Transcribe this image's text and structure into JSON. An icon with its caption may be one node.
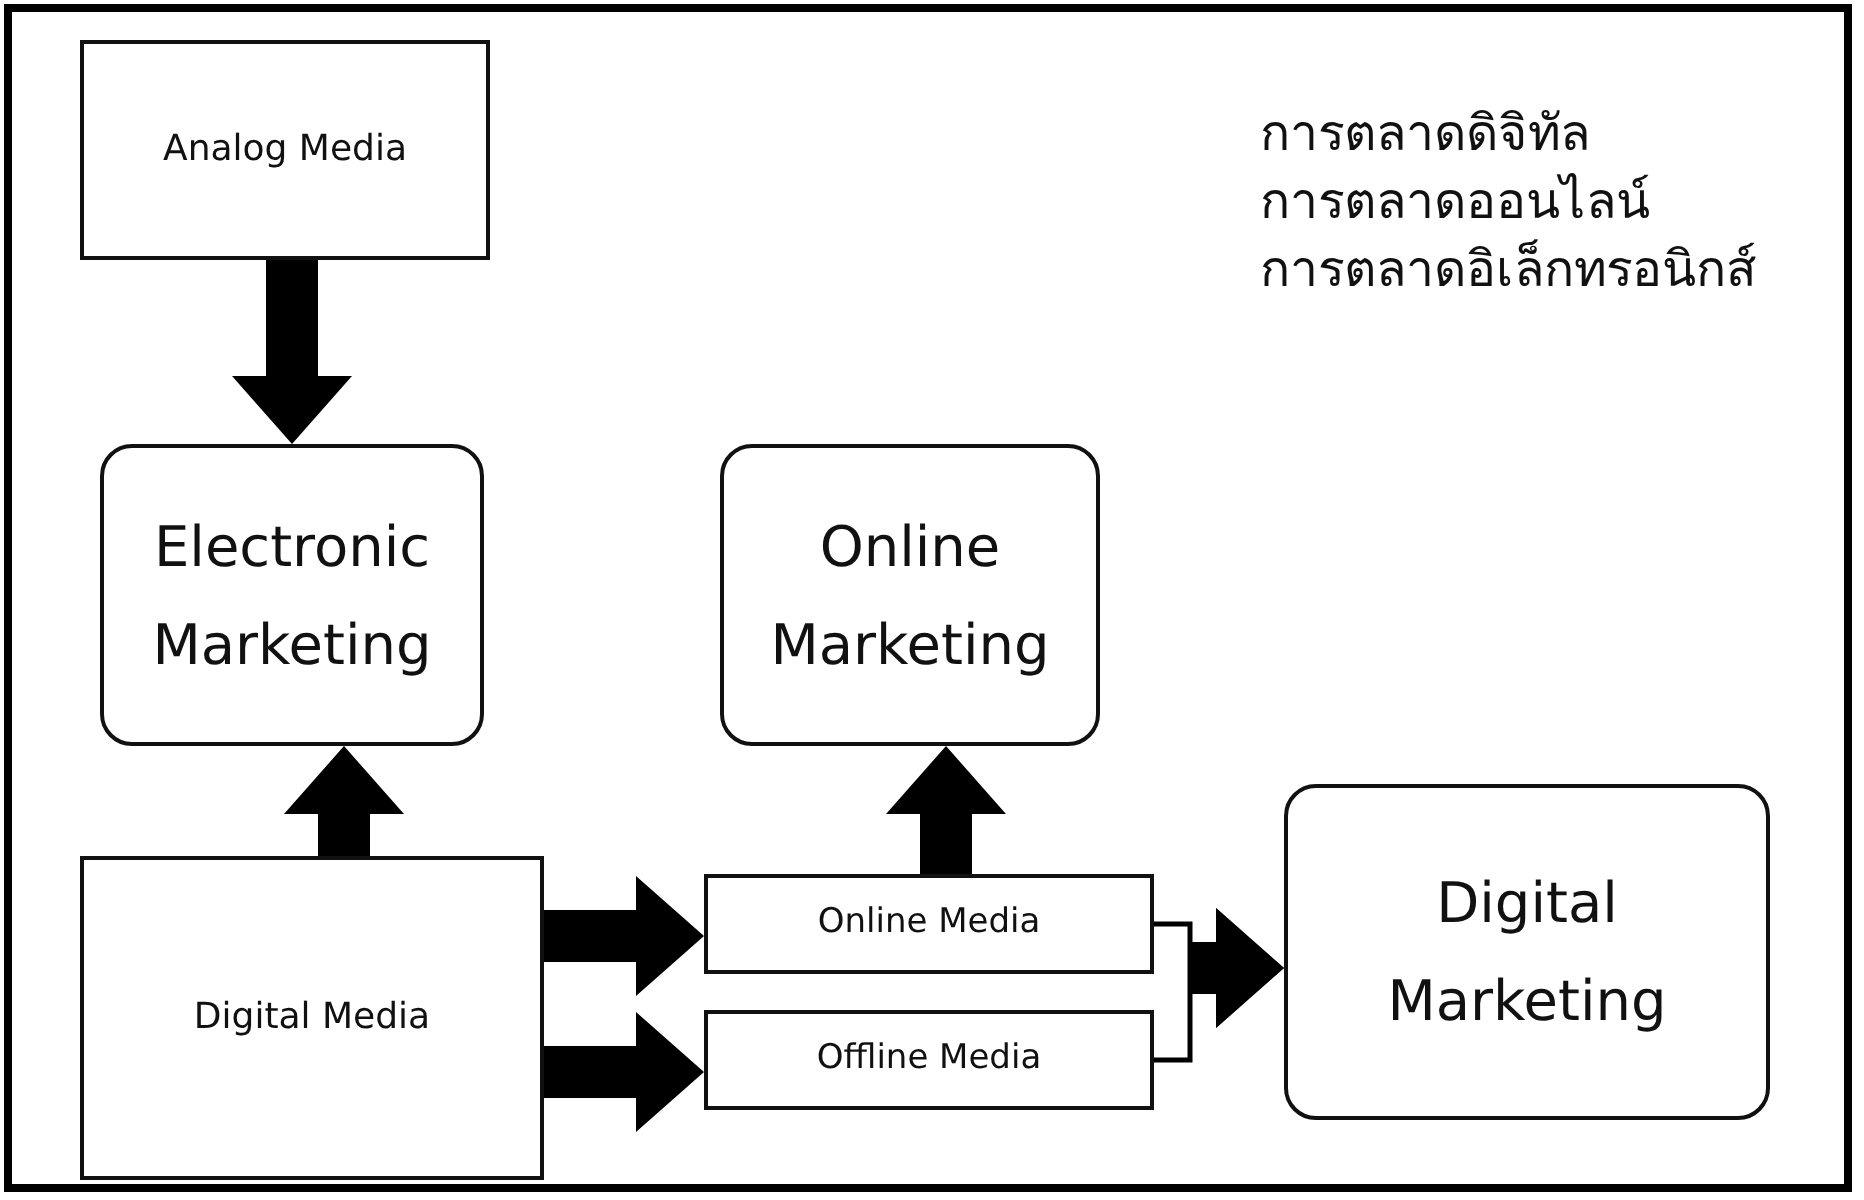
{
  "diagram": {
    "nodes": [
      {
        "text": [
          "Analog Media"
        ]
      },
      {
        "text": [
          "Electronic Marketing"
        ]
      },
      {
        "text": [
          "Online Marketing"
        ]
      },
      {
        "text": [
          "Digital Media"
        ]
      },
      {
        "text": [
          "Online Media"
        ]
      },
      {
        "text": [
          "Offline Media"
        ]
      },
      {
        "text": [
          "Digital Marketing"
        ]
      }
    ],
    "edges": [
      {
        "from": 0,
        "to": 1,
        "arrow": "to",
        "style": "thick"
      },
      {
        "from": 3,
        "to": 1,
        "arrow": "to",
        "style": "thick"
      },
      {
        "from": 3,
        "to": 4,
        "arrow": "to",
        "style": "thick"
      },
      {
        "from": 3,
        "to": 5,
        "arrow": "to",
        "style": "thick"
      },
      {
        "from": 4,
        "to": 2,
        "arrow": "to",
        "style": "thick"
      },
      {
        "from": 4,
        "to": 6,
        "arrow": "to"
      },
      {
        "from": 5,
        "to": 6,
        "arrow": "to"
      }
    ],
    "labels": [
      "การตลาดดิจิทัล",
      "การตลาดออนไลน์",
      "การตลาดอิเล็กทรอนิกส์"
    ]
  }
}
